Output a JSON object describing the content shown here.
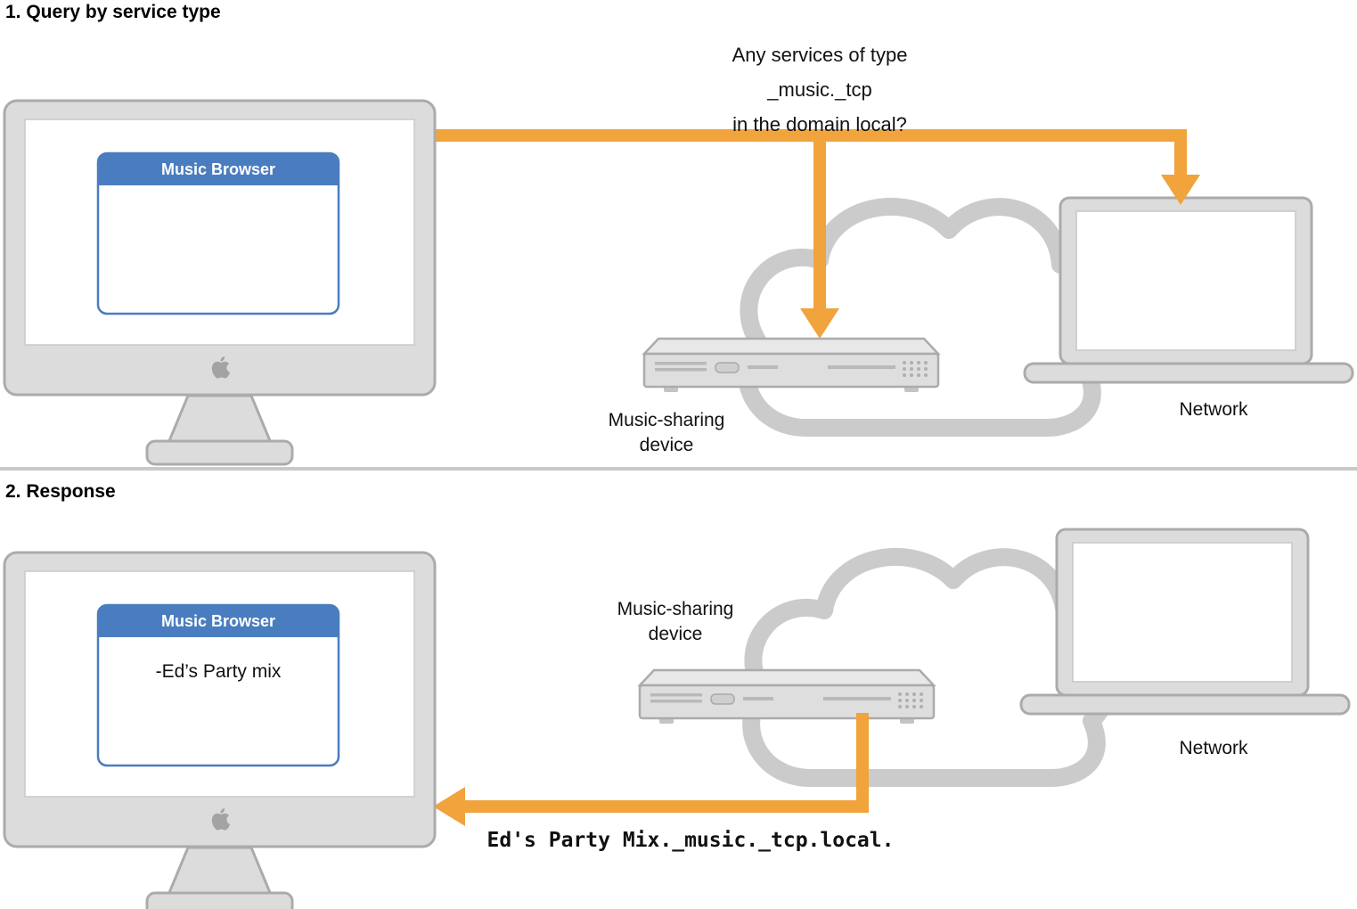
{
  "colors": {
    "orange": "#F1A33C",
    "blue": "#4A7DBF",
    "device_gray": "#DCDCDC",
    "outline_gray": "#ABABAB",
    "cloud_gray": "#CBCBCB"
  },
  "section1": {
    "title": "1. Query by service type",
    "query": {
      "line1": "Any services of type",
      "line2": "_music._tcp",
      "line3": "in the domain local?"
    },
    "music_browser": {
      "title": "Music Browser"
    },
    "music_device_label": {
      "line1": "Music-sharing",
      "line2": "device"
    },
    "network_label": "Network"
  },
  "section2": {
    "title": "2. Response",
    "music_browser": {
      "title": "Music Browser",
      "item": "-Ed’s Party mix"
    },
    "music_device_label": {
      "line1": "Music-sharing",
      "line2": "device"
    },
    "network_label": "Network",
    "response_message": "Ed's Party Mix._music._tcp.local."
  }
}
